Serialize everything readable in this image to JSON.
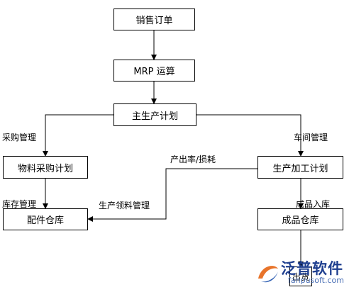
{
  "nodes": {
    "sales_order": "销售订单",
    "mrp": "MRP 运算",
    "master_plan": "主生产计划",
    "material_purchase_plan": "物料采购计划",
    "production_plan": "生产加工计划",
    "parts_warehouse": "配件仓库",
    "finished_goods_warehouse": "成品仓库",
    "shipment": "出货"
  },
  "edge_labels": {
    "purchase_management": "采购管理",
    "workshop_management": "车间管理",
    "output_rate_loss": "产出率/损耗",
    "inventory_management": "库存管理",
    "production_material_management": "生产领料管理",
    "finished_goods_in": "成品入库"
  },
  "watermark": {
    "name": "泛普软件",
    "url": "fanpusoft.com"
  }
}
